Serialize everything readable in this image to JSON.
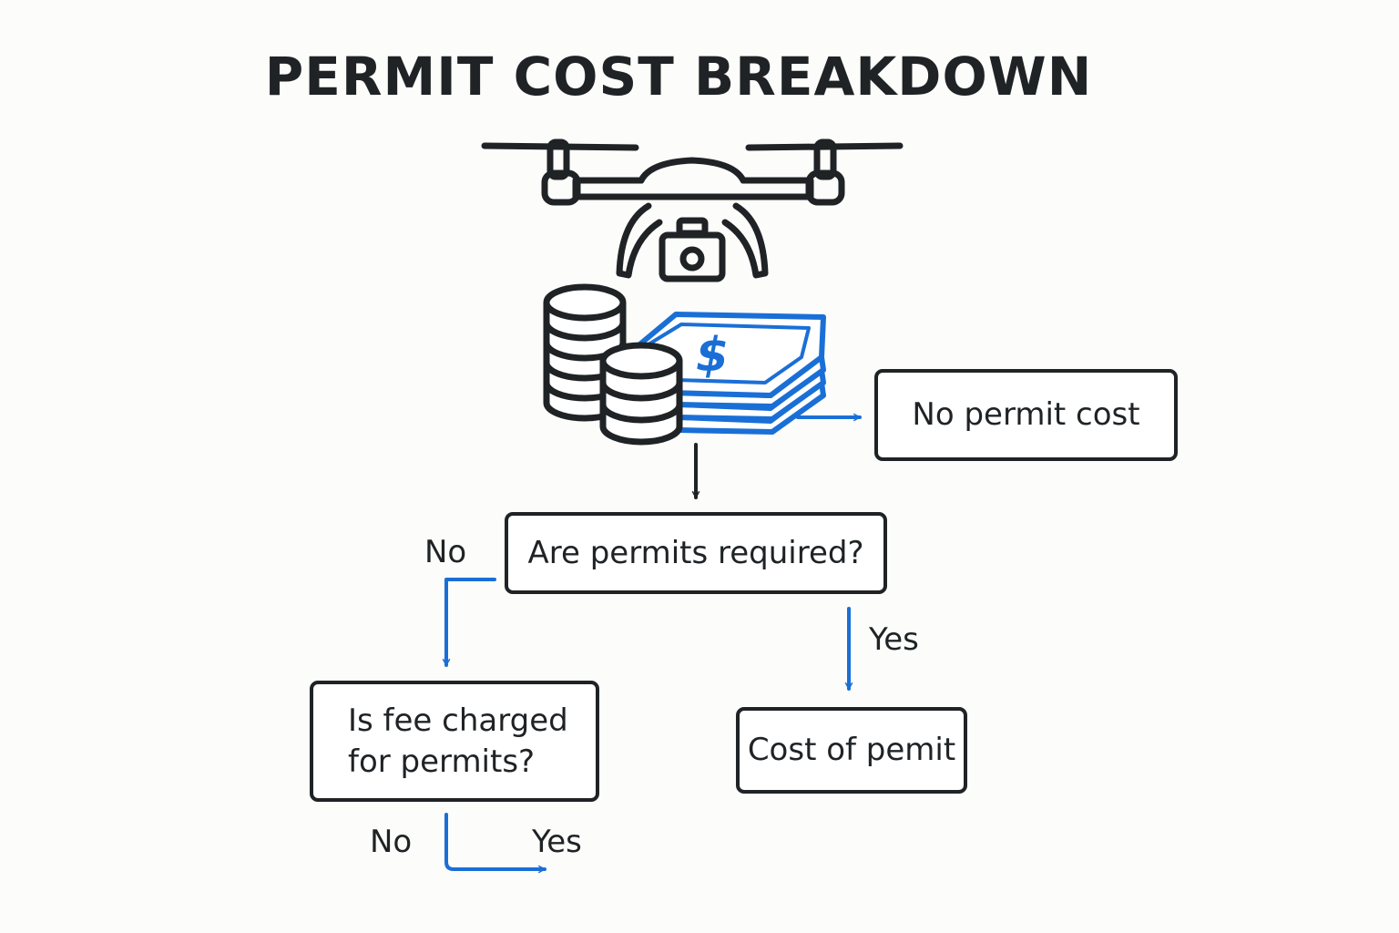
{
  "title": "PERMIT COST BREAKDOWN",
  "colors": {
    "ink": "#1f2326",
    "accent": "#1a6fd6",
    "background": "#fcfcfa"
  },
  "illustration": {
    "icons": [
      "drone-icon",
      "camera-icon",
      "coin-stack-icon",
      "cash-bundle-icon",
      "dollar-sign-icon"
    ],
    "dollar_glyph": "$"
  },
  "nodes": {
    "no_permit_cost": "No permit cost",
    "permits_required": "Are permits required?",
    "fee_charged_lines": [
      "Is fee charged",
      "for permits?"
    ],
    "cost_of_permit": "Cost of pemit"
  },
  "edges": {
    "required_no": "No",
    "required_yes": "Yes",
    "fee_no": "No",
    "fee_yes": "Yes"
  }
}
